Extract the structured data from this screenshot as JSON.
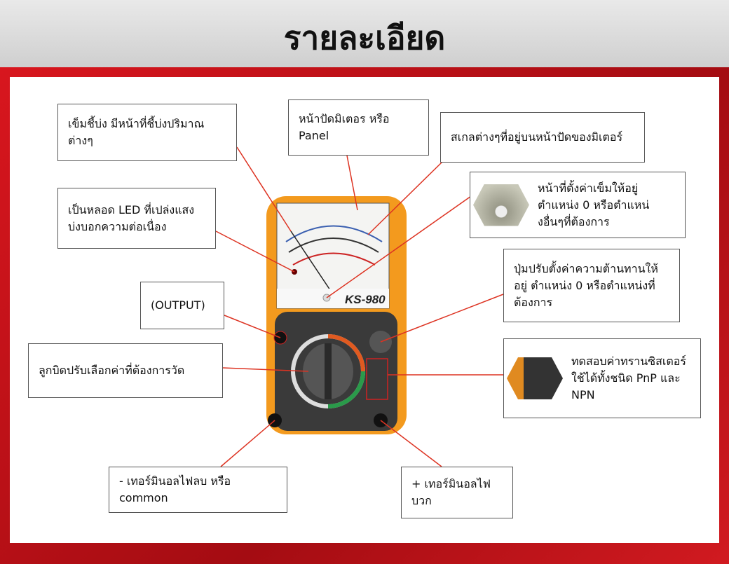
{
  "title": "รายละเอียด",
  "model": "KS-980",
  "labels": {
    "needle": "เข็มชี้บ่ง มีหน้าที่ชี้บ่งปริมาณต่างๆ",
    "panel": "หน้าปัดมิเตอร หรือ Panel",
    "scale": "สเกลต่างๆที่อยู่บนหน้าปัดของมิเตอร์",
    "led": "เป็นหลอด LED ที่เปล่งแสง บ่งบอกความต่อเนื่อง",
    "zero_adjust": "หน้าที่ตั้งค่าเข็มให้อยู่ตำแหน่ง 0 หรือตำแหน่งอื่นๆที่ต้องการ",
    "output": "(OUTPUT)",
    "ohm_adjust": "ปุ่มปรับตั้งค่าความต้านทานให้อยู่ ตำแหน่ง 0 หรือตำแหน่งที่ต้องการ",
    "knob": "ลูกบิดปรับเลือกค่าที่ต้องการวัด",
    "transistor": "ทดสอบค่าทรานซิสเตอร์ ใช้ได้ทั้งชนิด PnP และ NPN",
    "common": "- เทอร์มินอลไฟลบ หรือ common",
    "positive": "+ เทอร์มินอลไฟบวก"
  },
  "colors": {
    "accent": "#c8151b",
    "body": "#f39a1e"
  }
}
